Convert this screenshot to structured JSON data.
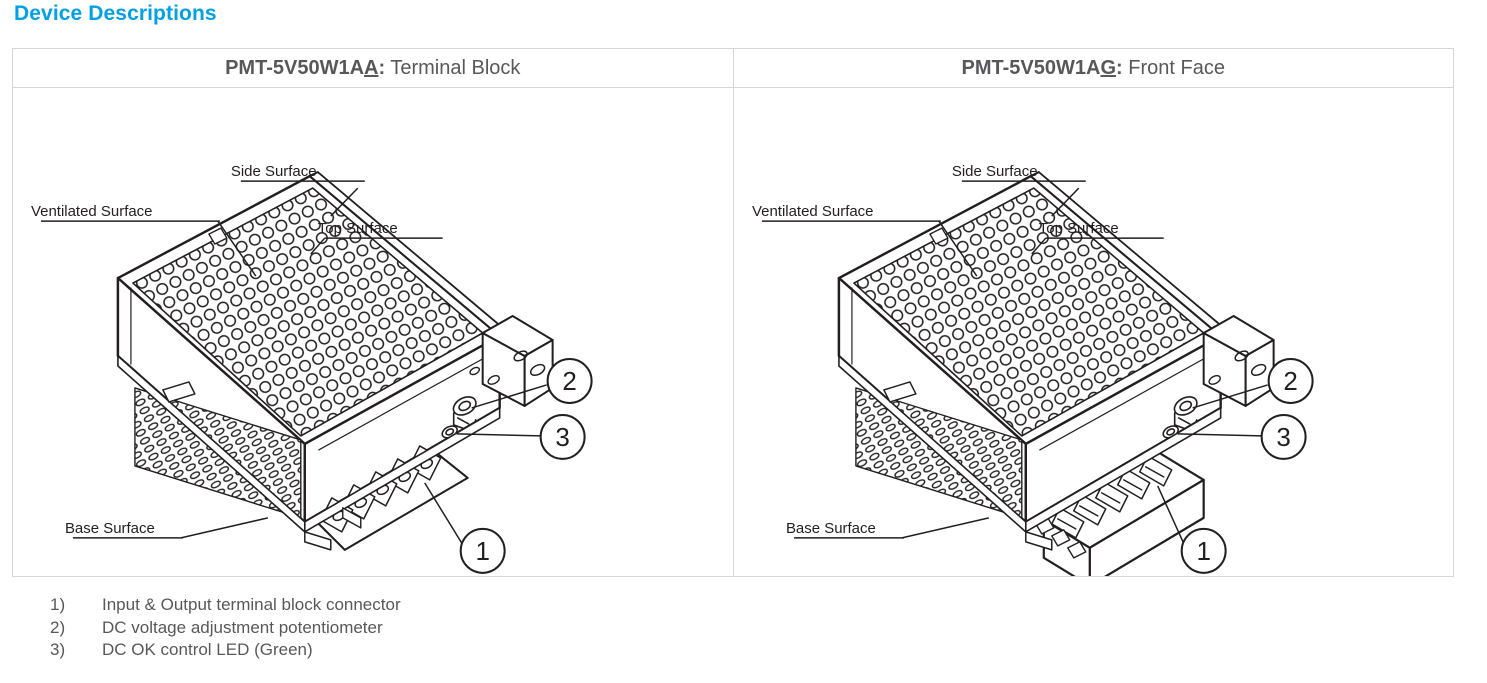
{
  "heading": "Device Descriptions",
  "table": {
    "columns": [
      {
        "model_prefix": "PMT-5V50W1A",
        "model_suffix": "A",
        "colon": ":",
        "description": "Terminal Block",
        "figure": {
          "labels": {
            "side": "Side Surface",
            "ventilated": "Ventilated Surface",
            "top": "Top Surface",
            "base": "Base Surface"
          },
          "callouts": [
            "1",
            "2",
            "3"
          ]
        }
      },
      {
        "model_prefix": "PMT-5V50W1A",
        "model_suffix": "G",
        "colon": ":",
        "description": "Front Face",
        "figure": {
          "labels": {
            "side": "Side Surface",
            "ventilated": "Ventilated Surface",
            "top": "Top Surface",
            "base": "Base Surface"
          },
          "callouts": [
            "1",
            "2",
            "3"
          ]
        }
      }
    ]
  },
  "legend": [
    {
      "num": "1)",
      "text": "Input & Output terminal block connector"
    },
    {
      "num": "2)",
      "text": "DC voltage adjustment potentiometer"
    },
    {
      "num": "3)",
      "text": "DC OK control LED (Green)"
    }
  ],
  "colors": {
    "heading_blue": "#00a0e3",
    "body_text": "#58585a",
    "table_border": "#d4d6d8",
    "line_art": "#231f20"
  }
}
